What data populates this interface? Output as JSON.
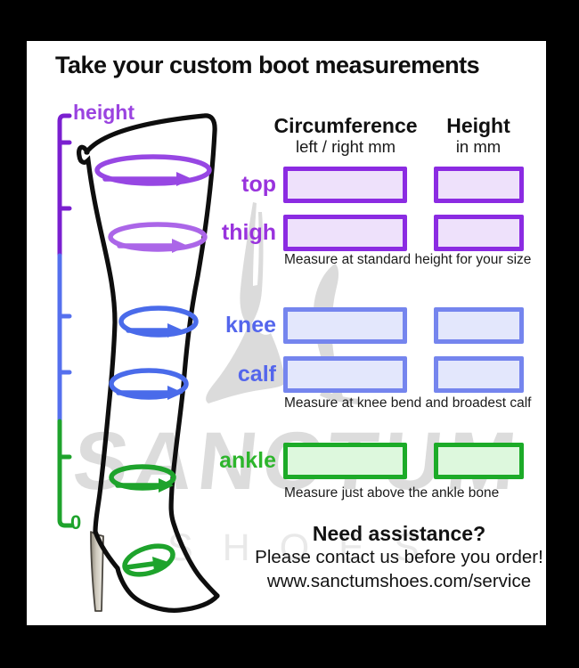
{
  "title": "Take your custom boot measurements",
  "ruler": {
    "top_label": "height",
    "bottom_label": "0"
  },
  "columns": {
    "circumference": {
      "title": "Circumference",
      "subtitle": "left / right mm"
    },
    "height": {
      "title": "Height",
      "subtitle": "in mm"
    }
  },
  "rows": [
    {
      "label": "top",
      "circumference_value": "",
      "height_value": ""
    },
    {
      "label": "thigh",
      "circumference_value": "",
      "height_value": "",
      "note": "Measure at standard height for your size"
    },
    {
      "label": "knee",
      "circumference_value": "",
      "height_value": ""
    },
    {
      "label": "calf",
      "circumference_value": "",
      "height_value": "",
      "note": "Measure at knee bend and broadest calf"
    },
    {
      "label": "ankle",
      "circumference_value": "",
      "height_value": "",
      "note": "Measure just above the ankle bone"
    }
  ],
  "footer": {
    "heading": "Need assistance?",
    "line1": "Please contact us before you order!",
    "line2": "www.sanctumshoes.com/service"
  },
  "watermark": {
    "word1": "SANCTUM",
    "word2": "SHOES"
  },
  "colors": {
    "purple-border": "#8b2be2",
    "purple-fill": "#eee1fb",
    "purple-label": "#9933dd",
    "purple-ruler": "#7a1fd0",
    "purple-ellipse-top": "#9747e3",
    "purple-ellipse-thigh": "#ab66e8",
    "blue-border": "#7585ee",
    "blue-fill": "#e3e7fc",
    "blue-label": "#5466ec",
    "blue-ruler": "#5570ee",
    "green-border": "#1cab28",
    "green-fill": "#ddf8dd",
    "green-label": "#2db52c",
    "green-ruler": "#1ea32c",
    "watermark": "#dcdcdc",
    "watermark-light": "#e9e9e9"
  }
}
